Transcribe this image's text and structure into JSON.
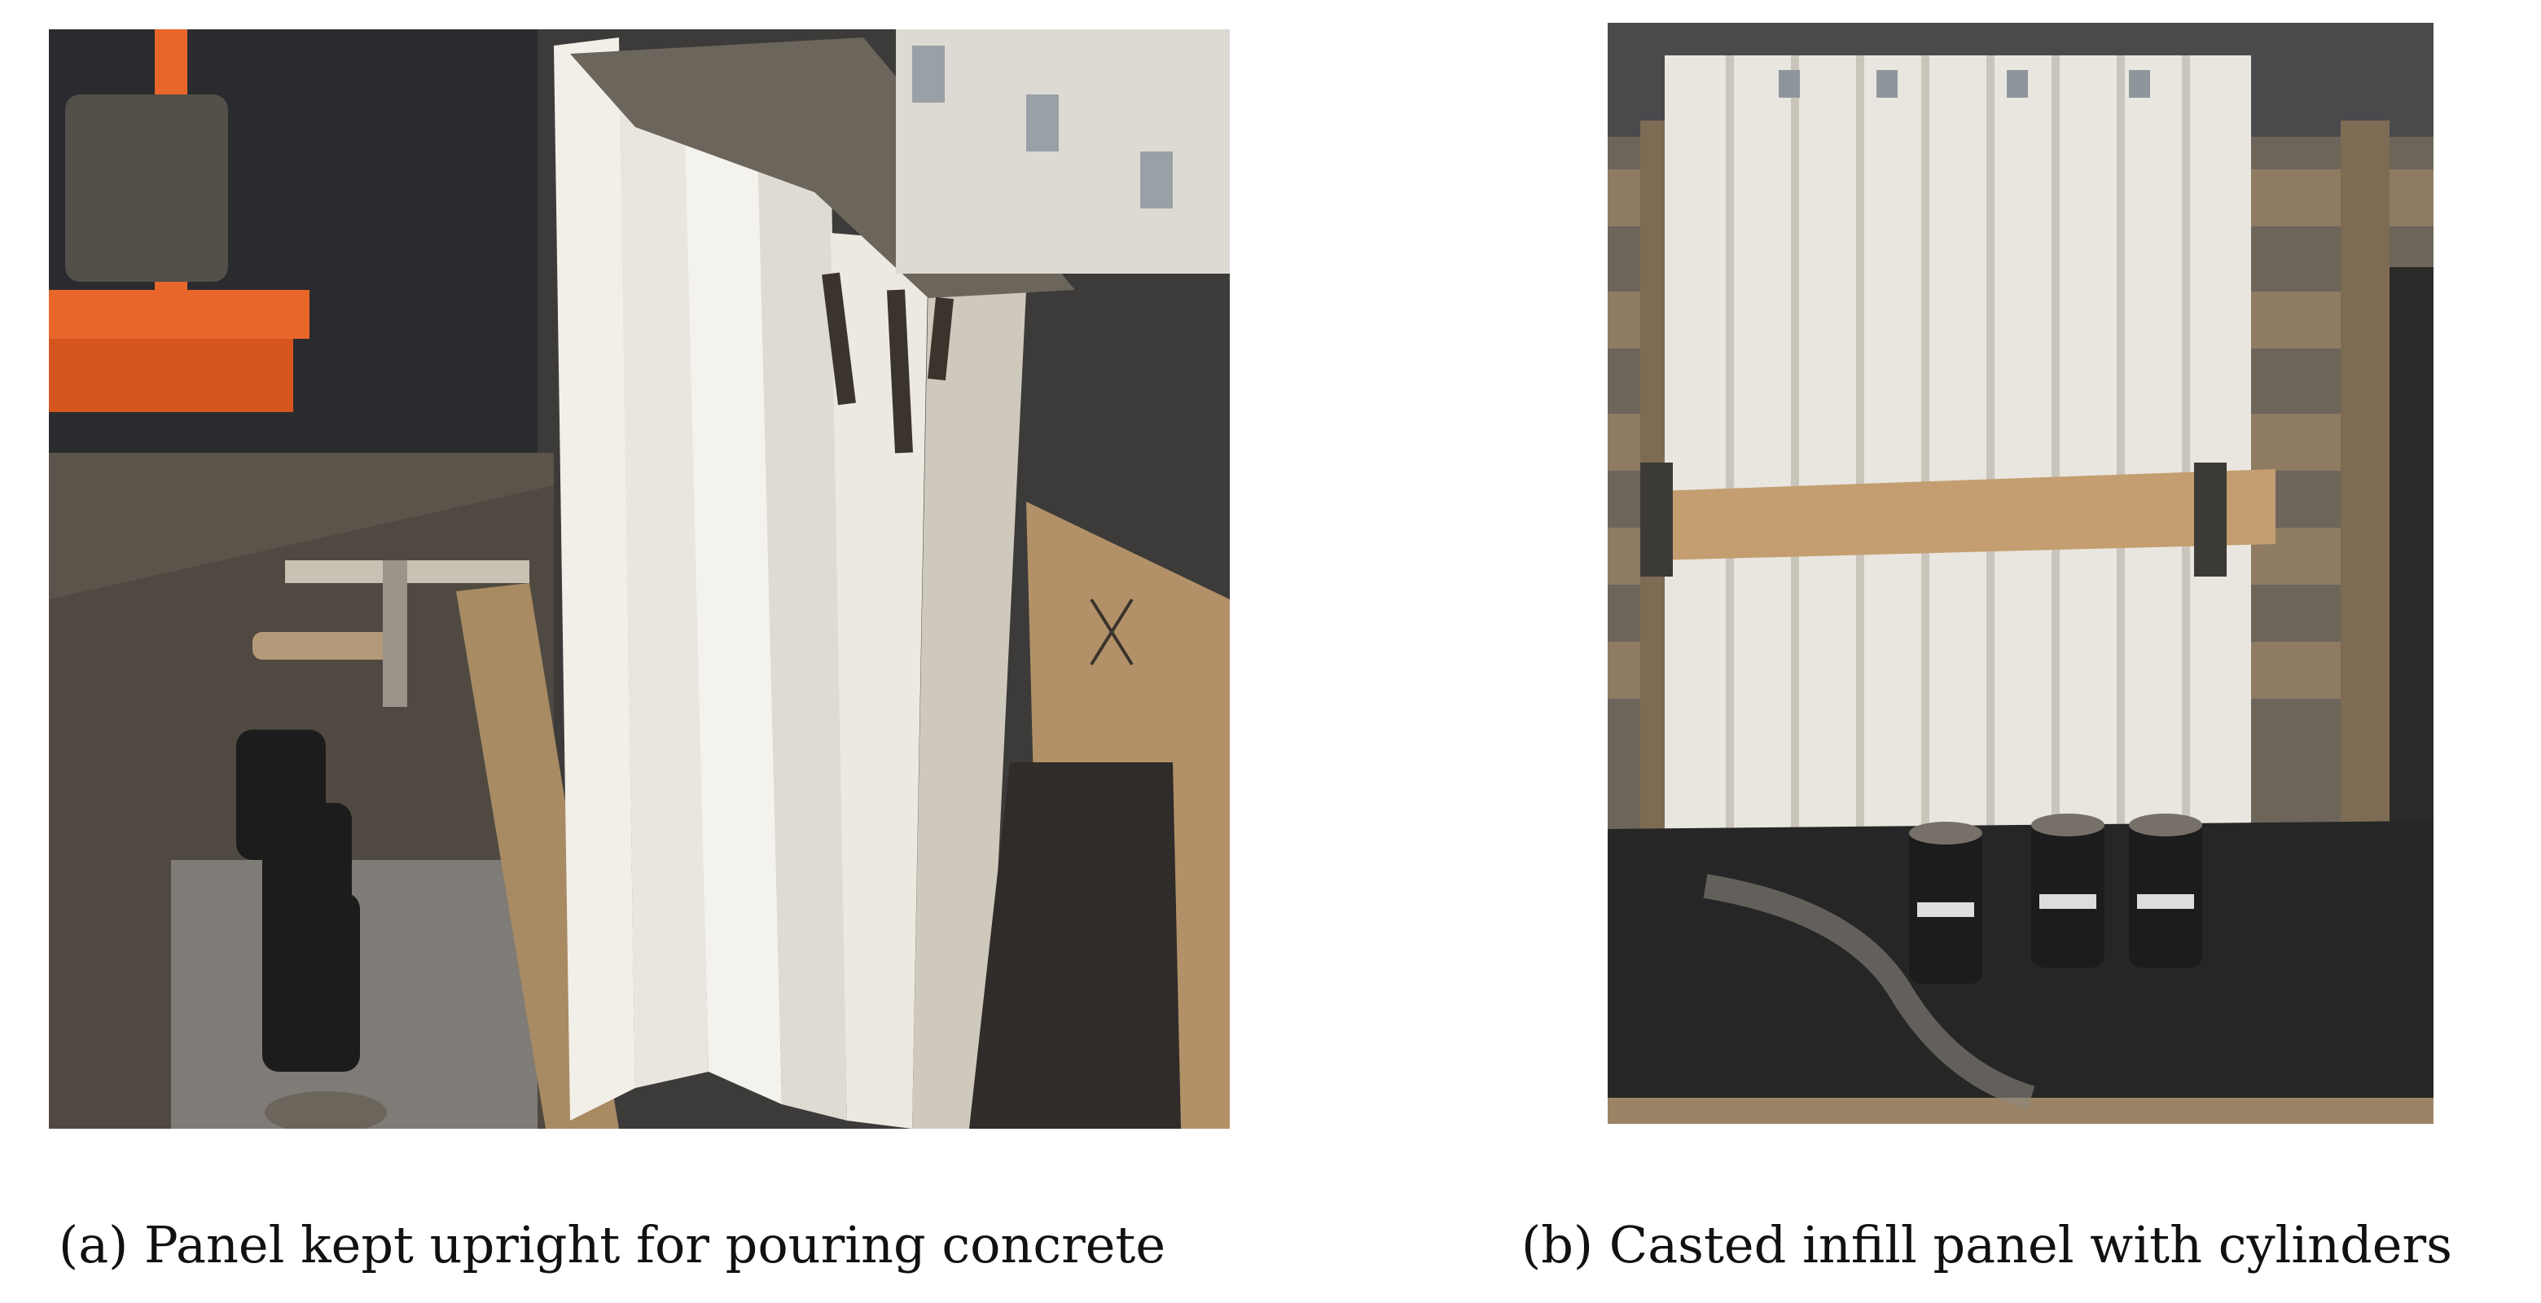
{
  "figure": {
    "panels": [
      {
        "id": "a",
        "caption": "(a) Panel kept upright for pouring concrete",
        "photo_icon": "construction-photo-icon"
      },
      {
        "id": "b",
        "caption": "(b) Casted infill panel with cylinders",
        "photo_icon": "construction-photo-icon"
      }
    ]
  },
  "colors": {
    "background": "#ffffff",
    "caption_text": "#111111",
    "formwork_white": "#e8e6df",
    "timber": "#a88a63",
    "concrete": "#6b655b",
    "cylinder_black": "#1c1c1c",
    "orange_cart": "#e8662a",
    "board_black": "#262626"
  }
}
